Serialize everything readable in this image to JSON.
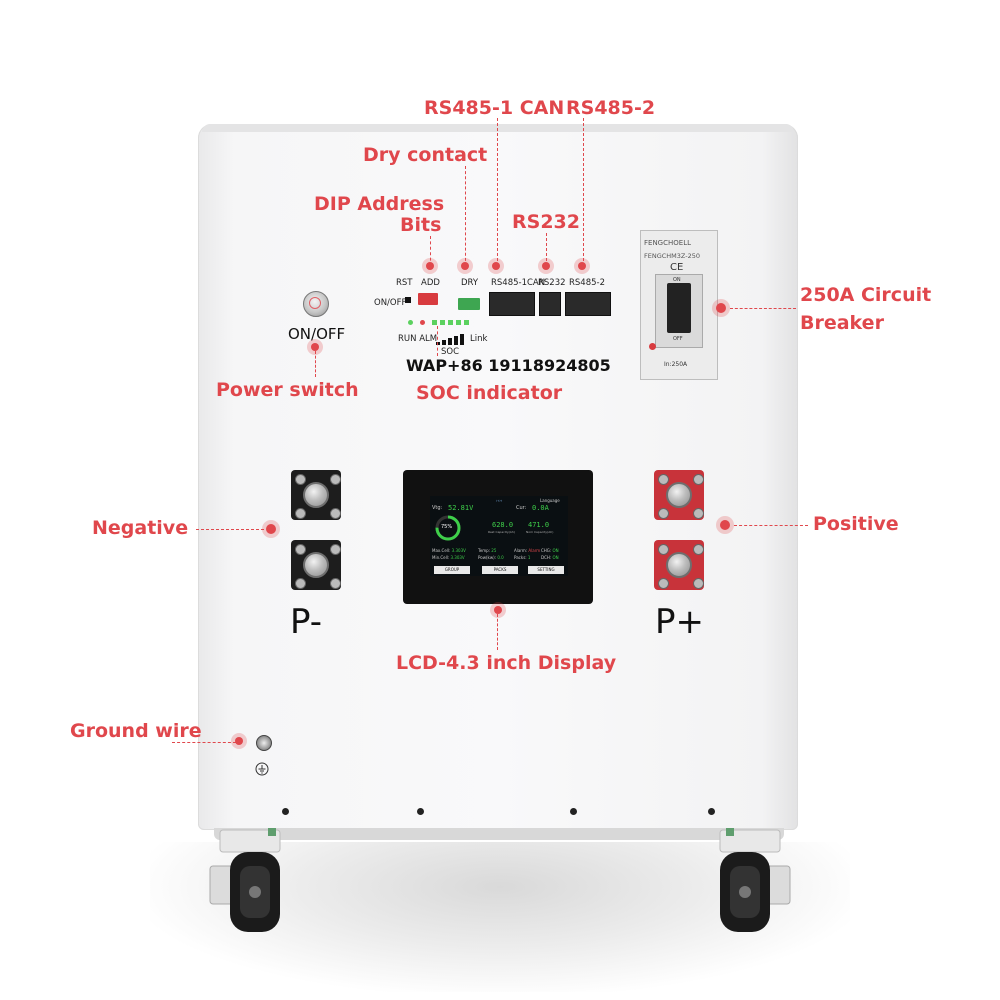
{
  "callouts": {
    "rs485_1_can": "RS485-1 CAN",
    "rs485_2": "RS485-2",
    "dry_contact": "Dry contact",
    "dip_address_line1": "DIP Address",
    "dip_address_line2": "Bits",
    "rs232": "RS232",
    "circuit_breaker_line1": "250A Circuit",
    "circuit_breaker_line2": "Breaker",
    "power_switch": "Power switch",
    "soc_indicator": "SOC indicator",
    "negative": "Negative",
    "positive": "Positive",
    "lcd_display": "LCD-4.3 inch Display",
    "ground_wire": "Ground wire"
  },
  "contact": "WAP+86 19118924805",
  "panel": {
    "rst": "RST",
    "add": "ADD",
    "dry": "DRY",
    "rs485_1can": "RS485-1CAN",
    "rs232": "RS232",
    "rs485_2": "RS485-2",
    "on_off_small": "ON/OFF",
    "run_alm": "RUN ALM",
    "link": "Link",
    "soc": "SOC",
    "power_label": "ON/OFF"
  },
  "breaker": {
    "brand": "FENGCHOELL",
    "model": "FENGCHM3Z-250",
    "ce": "CE",
    "on": "ON",
    "off": "OFF",
    "rating": "In:250A"
  },
  "terminals": {
    "negative": "P-",
    "positive": "P+"
  },
  "lcd": {
    "language": "Language",
    "vtg_label": "Vtg:",
    "vtg_value": "52.81V",
    "cur_label": "Cur:",
    "cur_value": "0.0A",
    "soc_pct": "75%",
    "rest_capacity": "628.0",
    "rest_capacity_label": "Rest Capacity(Ah)",
    "nom_capacity": "471.0",
    "nom_capacity_label": "Nom Capacity(Ah)",
    "max_cell": "Max.Cell:",
    "max_cell_value": "3.303V",
    "min_cell": "Min.Cell:",
    "min_cell_value": "3.303V",
    "temp": "Temp:",
    "temp_value": "25",
    "pow": "Pow(kw):",
    "pow_value": "0.0",
    "alarm": "Alarm:",
    "alarm_value": "Alarm",
    "chg": "CHG:",
    "chg_value": "ON",
    "packs": "Packs:",
    "packs_value": "1",
    "dch": "DCH:",
    "dch_value": "ON",
    "tabs": [
      "GROUP",
      "PACKS",
      "SETTING"
    ],
    "soc_fraction": 0.75
  },
  "colors": {
    "callout": "#e0474c",
    "lcd_green": "#3ecf4a",
    "terminal_red": "#c8333a"
  }
}
